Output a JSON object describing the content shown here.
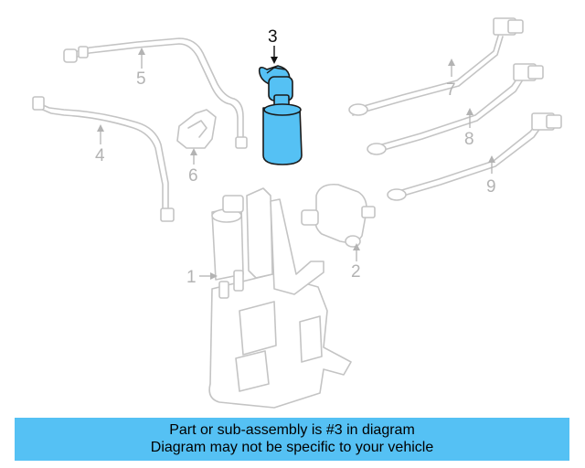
{
  "diagram": {
    "highlight_color": "#55c1f4",
    "callouts": {
      "c1": "1",
      "c2": "2",
      "c3": "3",
      "c4": "4",
      "c5": "5",
      "c6": "6",
      "c7": "7",
      "c8": "8",
      "c9": "9"
    },
    "highlighted_part": "3"
  },
  "banner": {
    "line1": "Part or sub-assembly is #3 in diagram",
    "line2": "Diagram may not be specific to your vehicle"
  }
}
